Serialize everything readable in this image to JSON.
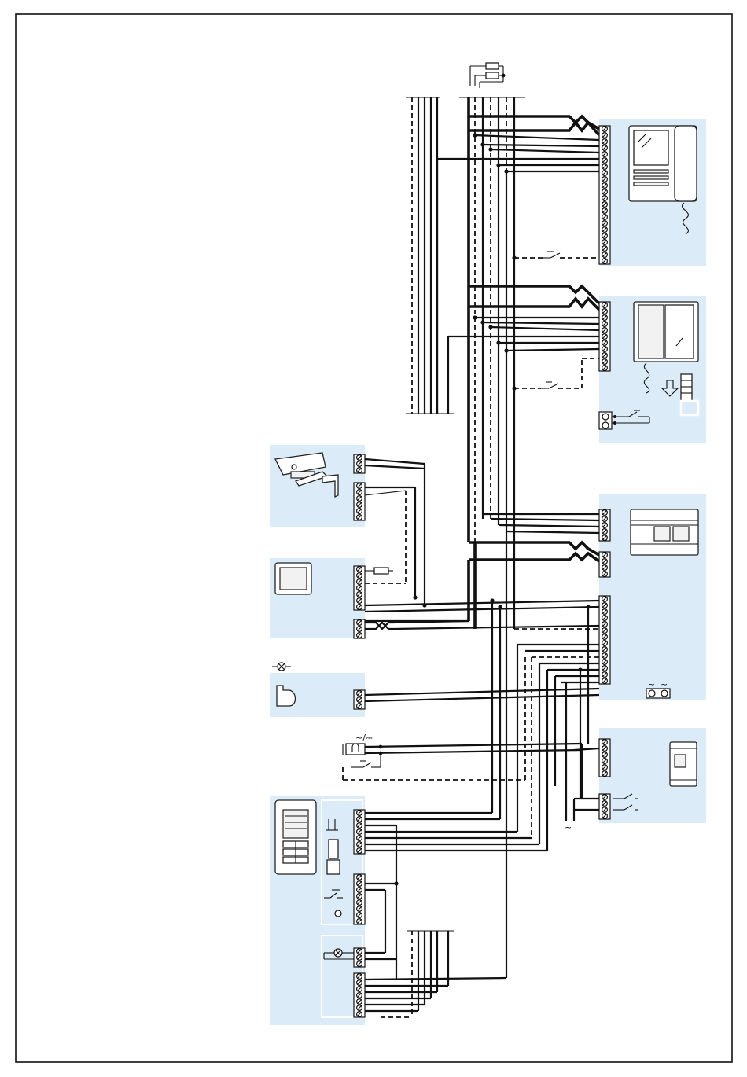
{
  "diagram": {
    "text_symbols": {
      "tilde_bottom": "~",
      "ac_dc_label": "~/⎓",
      "psu_tilde_left": "~",
      "psu_tilde_right": "~"
    },
    "components": [
      {
        "name": "monitor-handset-1",
        "icon": "video-door-phone-icon"
      },
      {
        "name": "monitor-handset-2",
        "icon": "interphone-with-handset-icon"
      },
      {
        "name": "power-supply-unit",
        "icon": "power-supply-icon"
      },
      {
        "name": "camera",
        "icon": "cctv-camera-icon"
      },
      {
        "name": "monitor-small",
        "icon": "monitor-icon"
      },
      {
        "name": "bell-lamp",
        "icon": "bell-icon"
      },
      {
        "name": "door-lock",
        "icon": "electric-lock-icon"
      },
      {
        "name": "relay-module",
        "icon": "relay-module-icon"
      },
      {
        "name": "door-entry-panel",
        "icon": "door-entry-panel-icon"
      }
    ],
    "colors": {
      "panel": "#dcebf8",
      "line": "#111111"
    }
  }
}
